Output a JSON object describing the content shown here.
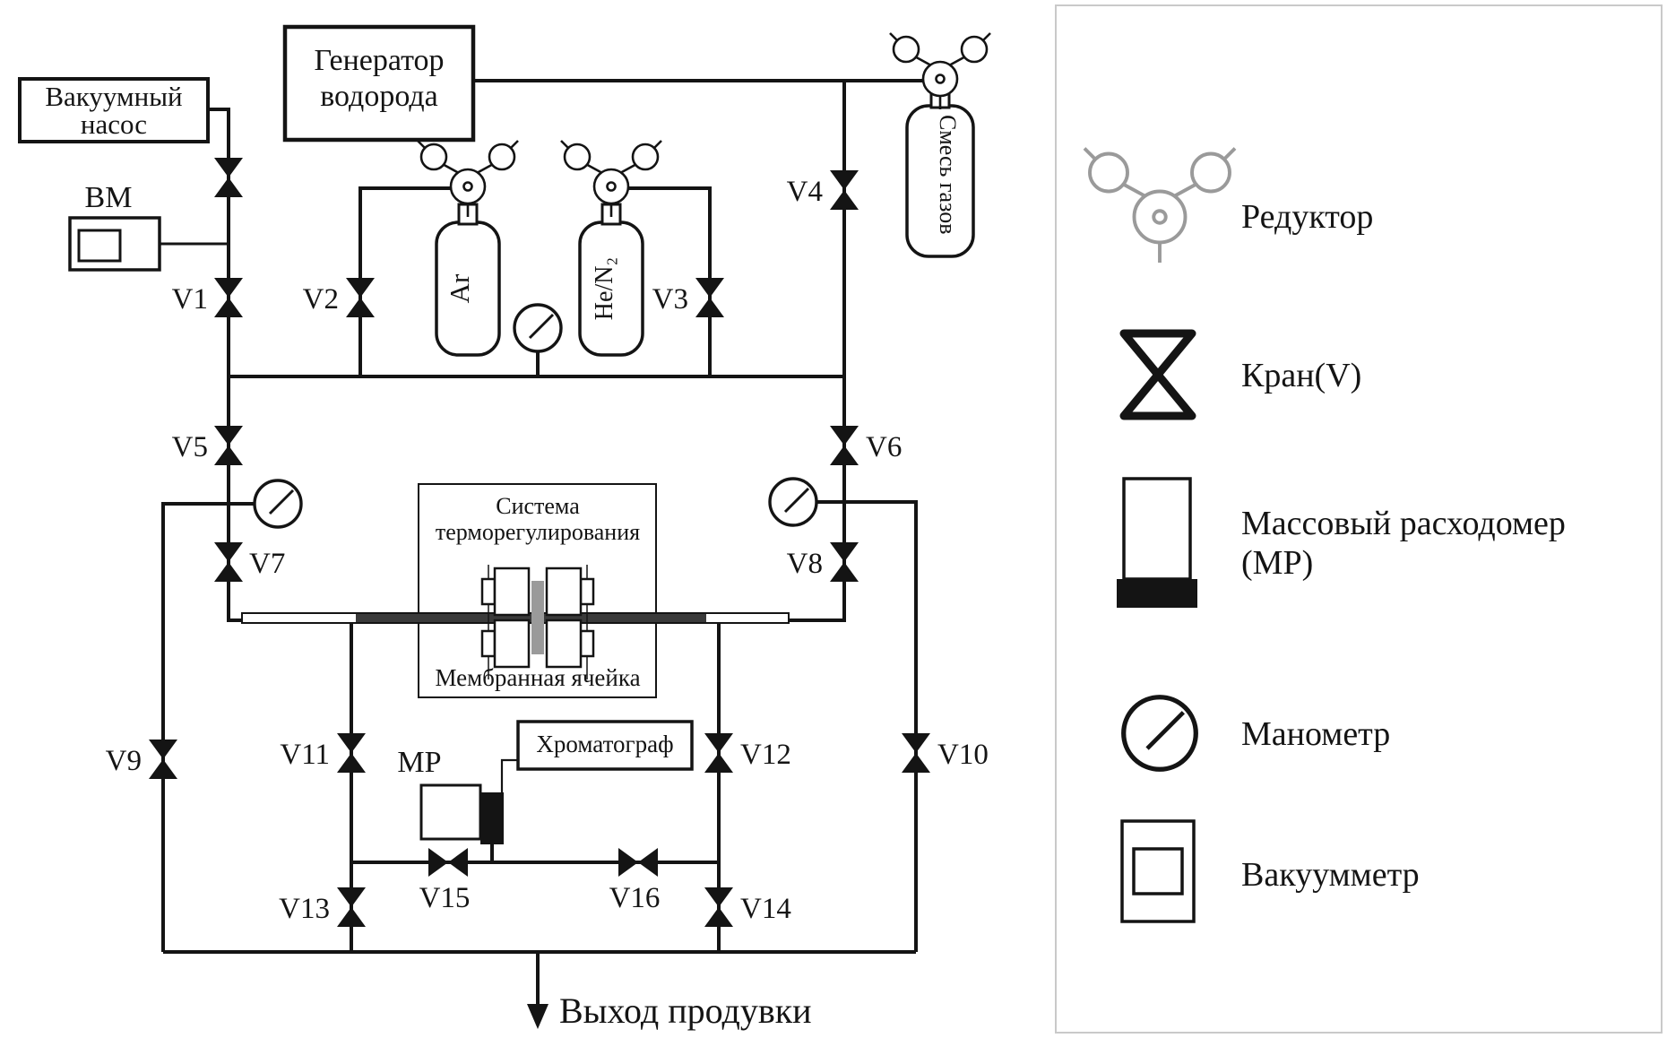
{
  "diagram": {
    "vacuum_pump": {
      "line1": "Вакуумный",
      "line2": "насос"
    },
    "vm_label": "ВМ",
    "hydrogen_generator": {
      "line1": "Генератор",
      "line2": "водорода"
    },
    "cylinders": {
      "argon": "Ar",
      "helium_nitrogen": "He/N₂",
      "gas_mixture": "Смесь газов"
    },
    "thermo_system": {
      "line1": "Система",
      "line2": "терморегулирования"
    },
    "membrane_cell_label": "Мембранная ячейка",
    "chromatograph_label": "Хроматограф",
    "mr_label": "МР",
    "purge_outlet_label": "Выход продувки",
    "valves": {
      "v1": "V1",
      "v2": "V2",
      "v3": "V3",
      "v4": "V4",
      "v5": "V5",
      "v6": "V6",
      "v7": "V7",
      "v8": "V8",
      "v9": "V9",
      "v10": "V10",
      "v11": "V11",
      "v12": "V12",
      "v13": "V13",
      "v14": "V14",
      "v15": "V15",
      "v16": "V16"
    }
  },
  "legend": {
    "items": [
      {
        "icon": "reducer-icon",
        "label": "Редуктор"
      },
      {
        "icon": "valve-icon",
        "label": "Кран(V)"
      },
      {
        "icon": "mass-flow-meter-icon",
        "label_line1": "Массовый расходомер",
        "label_line2": "(МР)"
      },
      {
        "icon": "manometer-icon",
        "label": "Манометр"
      },
      {
        "icon": "vacuum-meter-icon",
        "label": "Вакуумметр"
      }
    ]
  },
  "colors": {
    "line": "#141414",
    "legend_border": "#c9c9c9",
    "membrane_bar": "#9a9a9a"
  }
}
